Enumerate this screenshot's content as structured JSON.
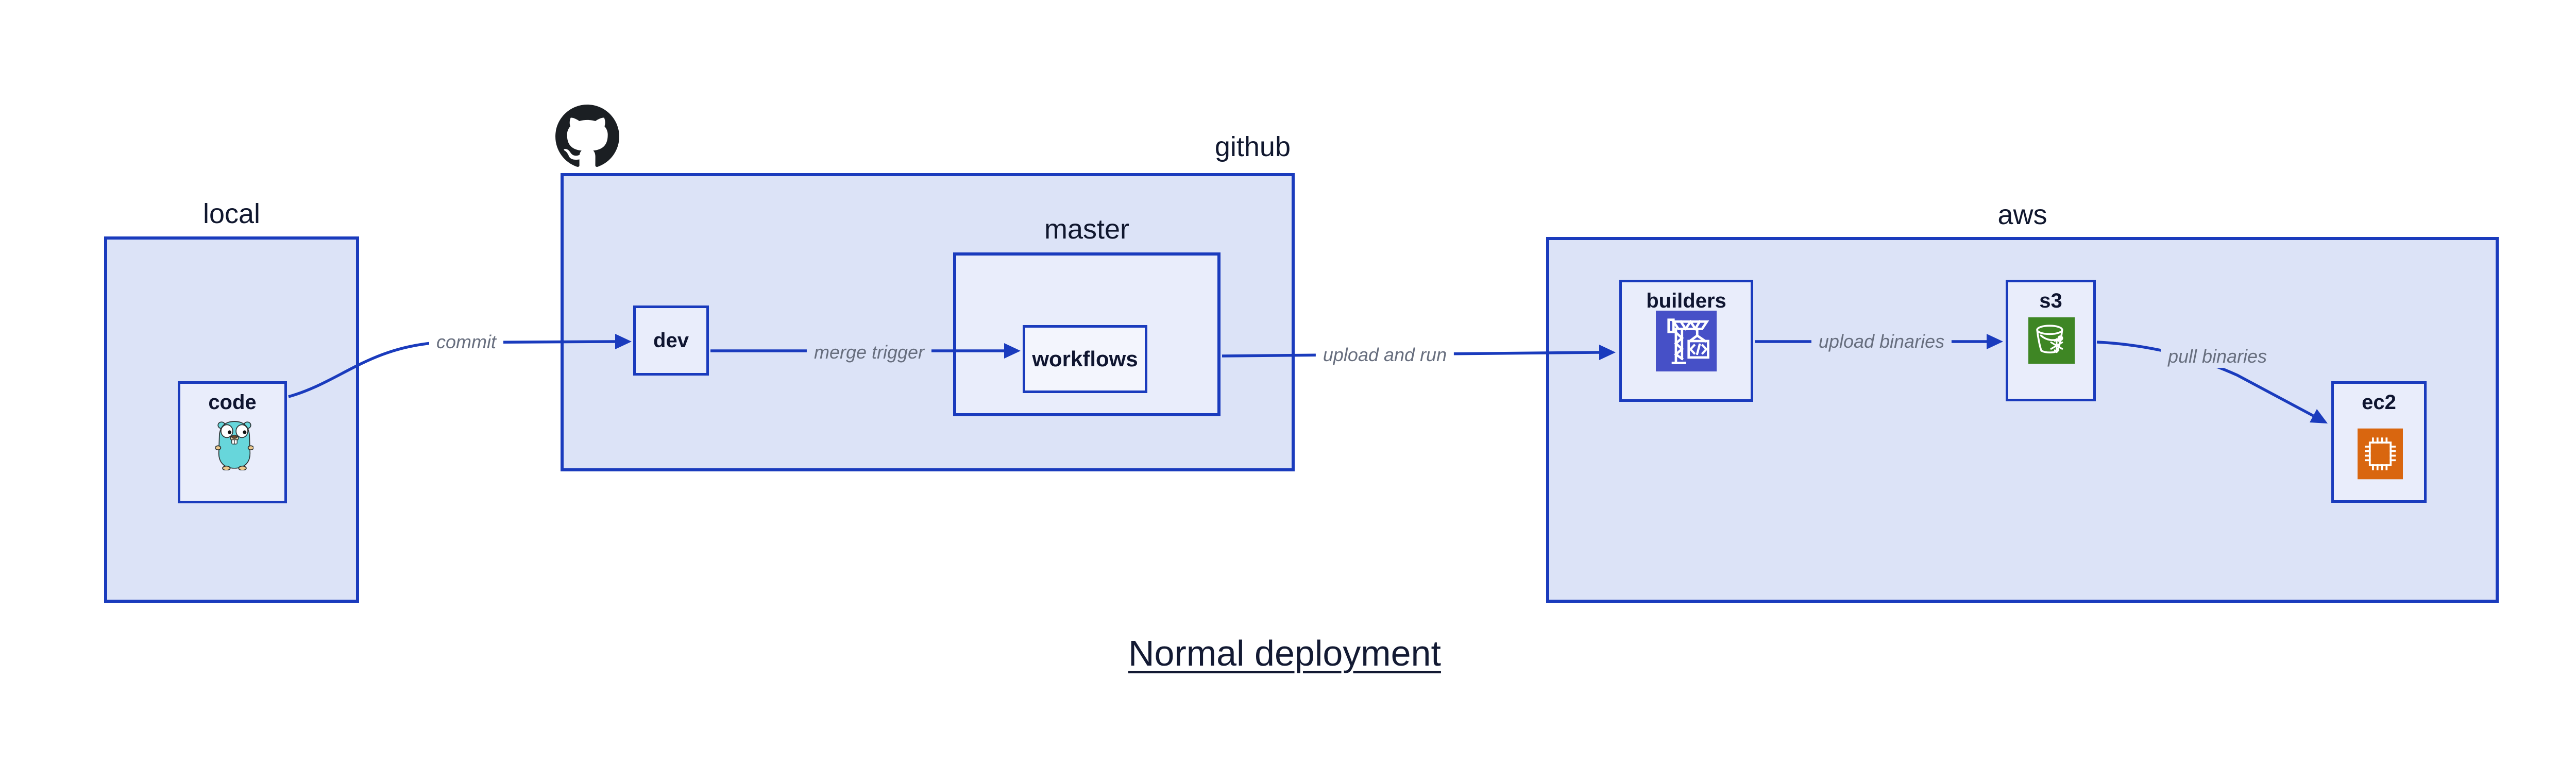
{
  "title": "Normal deployment",
  "groups": {
    "local": {
      "label": "local"
    },
    "github": {
      "label": "github"
    },
    "master": {
      "label": "master"
    },
    "aws": {
      "label": "aws"
    }
  },
  "nodes": {
    "code": {
      "label": "code",
      "icon": "go-gopher-icon"
    },
    "dev": {
      "label": "dev"
    },
    "workflows": {
      "label": "workflows"
    },
    "builders": {
      "label": "builders",
      "icon": "aws-codebuild-crane-icon"
    },
    "s3": {
      "label": "s3",
      "icon": "aws-s3-bucket-icon"
    },
    "ec2": {
      "label": "ec2",
      "icon": "aws-ec2-chip-icon"
    }
  },
  "edges": {
    "commit": {
      "label": "commit"
    },
    "merge_trigger": {
      "label": "merge trigger"
    },
    "upload_and_run": {
      "label": "upload and run"
    },
    "upload_binaries": {
      "label": "upload binaries"
    },
    "pull_binaries": {
      "label": "pull binaries"
    }
  },
  "icons": {
    "github_logo": "github-octocat-icon"
  },
  "colors": {
    "canvas_bg": "#ffffff",
    "group_fill": "#dce3f7",
    "node_fill": "#e9edfb",
    "nested_node_fill": "#f3f5fd",
    "border_blue": "#1a3bbd",
    "arrow_blue": "#1a3bbd",
    "node_label_navy": "#0f1530",
    "edge_label_gray": "#676e7e",
    "github_black": "#1b1f23",
    "codebuild_indigo": "#4650c7",
    "s3_green": "#3e8624",
    "ec2_orange": "#d9660f",
    "gopher_teal": "#67d6db"
  }
}
